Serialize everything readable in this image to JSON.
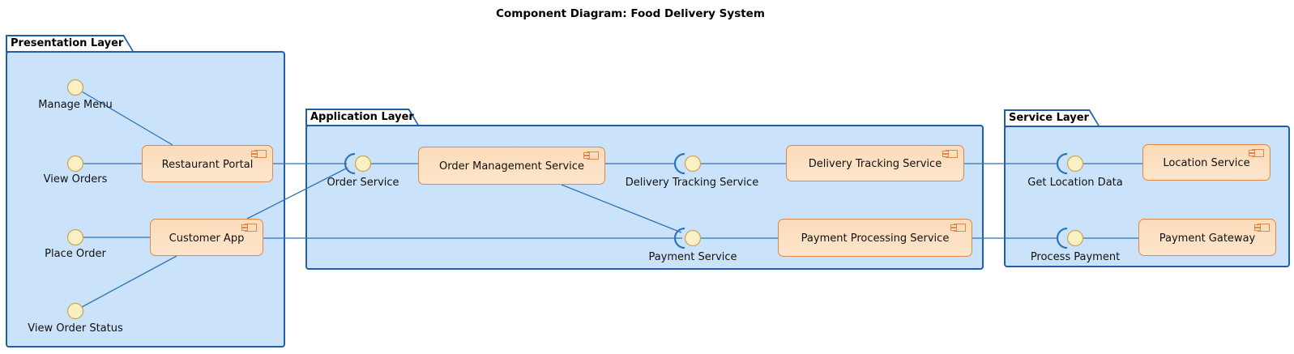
{
  "title": "Component Diagram: Food Delivery System",
  "packages": {
    "presentation": {
      "label": "Presentation Layer"
    },
    "application": {
      "label": "Application Layer"
    },
    "service": {
      "label": "Service Layer"
    }
  },
  "components": {
    "restaurant_portal": {
      "label": "Restaurant Portal"
    },
    "customer_app": {
      "label": "Customer App"
    },
    "order_management_service": {
      "label": "Order Management Service"
    },
    "delivery_tracking_service": {
      "label": "Delivery Tracking Service"
    },
    "payment_processing_service": {
      "label": "Payment Processing Service"
    },
    "location_service": {
      "label": "Location Service"
    },
    "payment_gateway": {
      "label": "Payment Gateway"
    }
  },
  "interfaces": {
    "manage_menu": {
      "label": "Manage Menu"
    },
    "view_orders": {
      "label": "View Orders"
    },
    "place_order": {
      "label": "Place Order"
    },
    "view_order_status": {
      "label": "View Order Status"
    },
    "order_service": {
      "label": "Order Service"
    },
    "delivery_tracking": {
      "label": "Delivery Tracking Service"
    },
    "payment_service": {
      "label": "Payment Service"
    },
    "get_location_data": {
      "label": "Get Location Data"
    },
    "process_payment": {
      "label": "Process Payment"
    }
  },
  "colors": {
    "package_fill": "#CBE3FA",
    "package_border": "#1D5FA9",
    "component_fill": "#FCDFC0",
    "component_border": "#E0874B",
    "connector": "#2E74B5",
    "interface_ball_fill": "#FBF0C4",
    "interface_ball_border": "#C8A85C",
    "tab_fill": "#FFFFFF"
  }
}
